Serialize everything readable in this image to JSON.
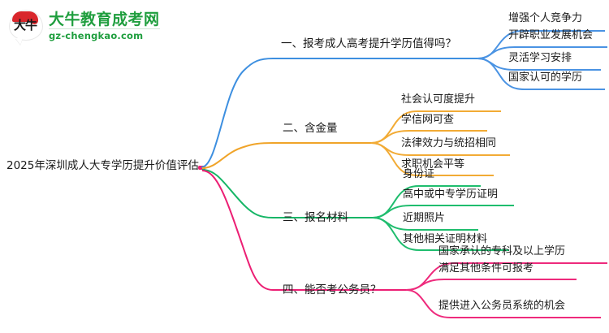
{
  "logo": {
    "mark_text": "大牛",
    "name": "大牛教育成考网",
    "url": "gz-chengkao.com",
    "brand_green": "#1f9e3e",
    "brand_red": "#d9262c"
  },
  "mindmap": {
    "type": "mindmap",
    "root": {
      "label": "2025年深圳成人大专学历提升价值评估"
    },
    "branches": [
      {
        "label": "一、报考成人高考提升学历值得吗？",
        "color": "#3d8fe0",
        "children": [
          {
            "label": "增强个人竞争力"
          },
          {
            "label": "开辟职业发展机会"
          },
          {
            "label": "灵活学习安排"
          },
          {
            "label": "国家认可的学历"
          }
        ]
      },
      {
        "label": "二、含金量",
        "color": "#f0a429",
        "children": [
          {
            "label": "社会认可度提升"
          },
          {
            "label": "学信网可查"
          },
          {
            "label": "法律效力与统招相同"
          },
          {
            "label": "求职机会平等"
          }
        ]
      },
      {
        "label": "三、报名材料",
        "color": "#17b667",
        "children": [
          {
            "label": "身份证"
          },
          {
            "label": "高中或中专学历证明"
          },
          {
            "label": "近期照片"
          },
          {
            "label": "其他相关证明材料"
          }
        ]
      },
      {
        "label": "四、能否考公务员？",
        "color": "#ec1f74",
        "children": [
          {
            "label": "国家承认的专科及以上学历"
          },
          {
            "label": "满足其他条件可报考"
          },
          {
            "label": "提供进入公务员系统的机会"
          }
        ]
      }
    ]
  }
}
